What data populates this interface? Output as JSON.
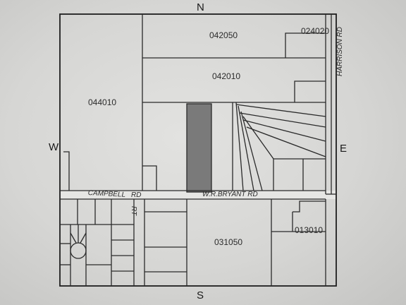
{
  "compass": {
    "north": "N",
    "south": "S",
    "east": "E",
    "west": "W"
  },
  "parcels": {
    "p042050": "042050",
    "p024020": "024020",
    "p042010": "042010",
    "p044010": "044010",
    "p031050": "031050",
    "p013010": "013010"
  },
  "roads": {
    "campbell": "CAMPBELL",
    "campbell_cross": "RD",
    "bryant": "W.R.BRYANT RD",
    "harrison": "HARRISON RD",
    "side_street": "RT"
  },
  "colors": {
    "background": "#d2d2d0",
    "lines": "#2a2a2a",
    "highlighted_parcel": "#7a7a7a"
  }
}
